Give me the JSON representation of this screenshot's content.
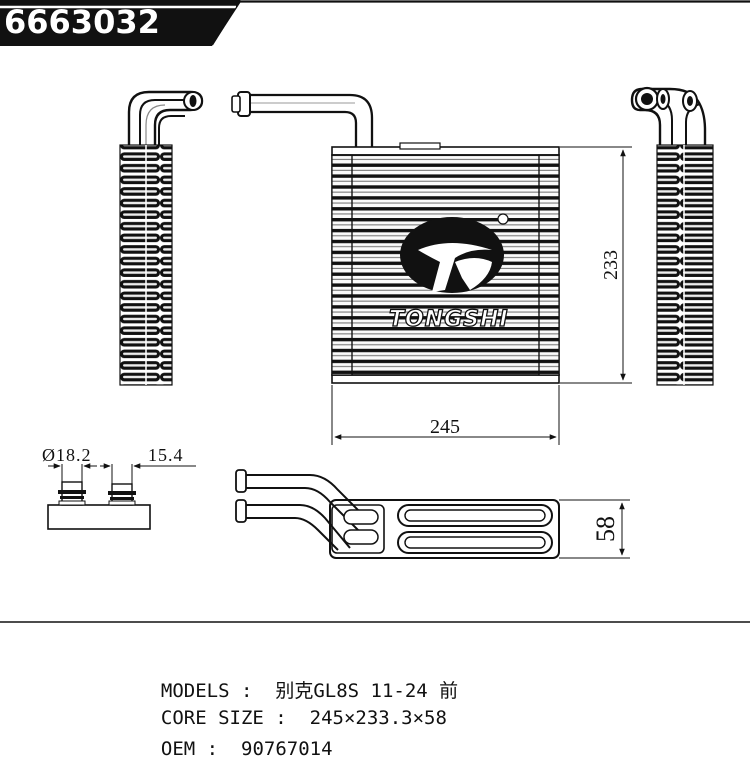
{
  "header": {
    "part_number": "6663032"
  },
  "drawing": {
    "dimensions": {
      "height": "233",
      "width": "245",
      "depth": "58",
      "pipe_outer": "Ø18.2",
      "pipe_inner": "15.4"
    },
    "logo_text": "TONGSHI",
    "registered_mark": "®"
  },
  "info": {
    "models_label": "MODELS ",
    "models_sep": ":",
    "models_value": "别克GL8S 11-24 前",
    "core_label": "CORE SIZE ",
    "core_sep": ":",
    "core_value": "245×233.3×58",
    "oem_label": "OEM ",
    "oem_sep": ":",
    "oem_value": "90767014"
  }
}
